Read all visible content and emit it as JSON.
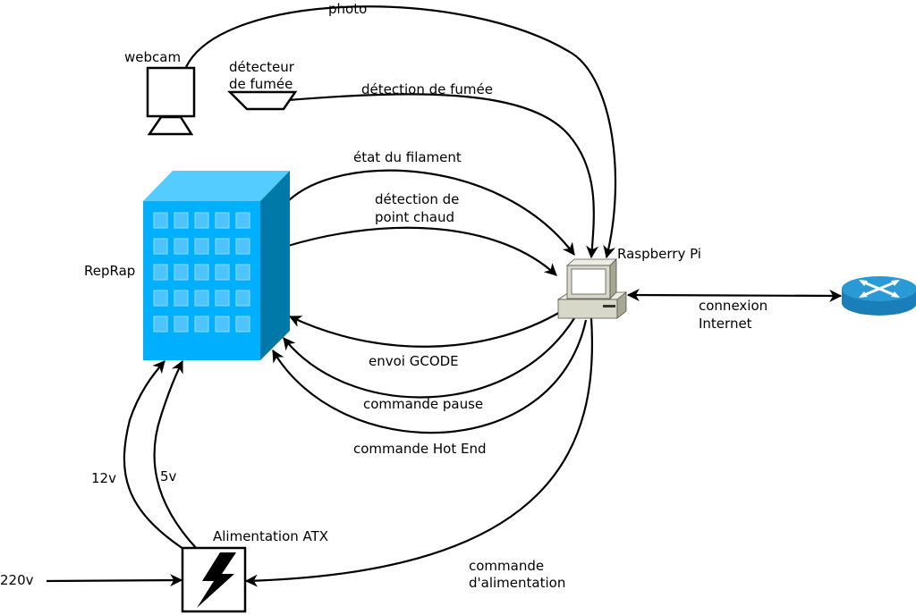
{
  "nodes": {
    "webcam": "webcam",
    "smoke_detector": [
      "détecteur",
      "de fumée"
    ],
    "reprap": "RepRap",
    "raspberry": "Raspberry Pi",
    "power_supply": "Alimentation ATX",
    "mains": "220v"
  },
  "edges": {
    "photo": "photo",
    "smoke_detection": "détection de fumée",
    "filament_state": "état du filament",
    "hot_point": [
      "détection de",
      "point chaud"
    ],
    "gcode": "envoi GCODE",
    "pause": "commande pause",
    "hot_end": "commande Hot End",
    "internet": [
      "connexion",
      "Internet"
    ],
    "v12": "12v",
    "v5": "5v",
    "power_cmd": [
      "commande",
      "d'alimentation"
    ]
  },
  "colors": {
    "building_front": "#00b0ff",
    "building_top": "#55ccff",
    "building_side": "#0078a8",
    "router": "#1a8cc8",
    "computer": "#d8d8c8",
    "line": "#000000"
  }
}
